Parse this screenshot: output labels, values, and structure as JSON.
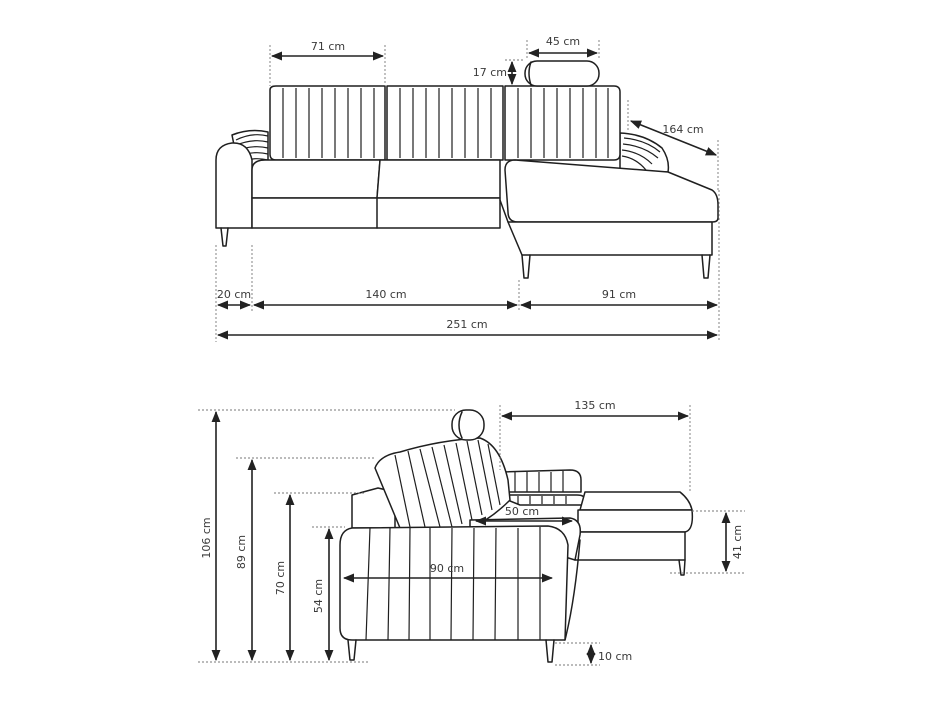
{
  "diagram": {
    "subject": "L-shaped corner sofa with chaise (right side), technical dimension drawing",
    "front_view": {
      "labels": {
        "back_cushion_width": "71 cm",
        "headrest_width": "45 cm",
        "headrest_height": "17 cm",
        "chaise_length": "164 cm",
        "armrest_width": "20 cm",
        "seat_width": "140 cm",
        "chaise_width": "91 cm",
        "total_width": "251 cm"
      }
    },
    "side_view": {
      "labels": {
        "height_with_headrest": "106 cm",
        "backrest_height": "89 cm",
        "back_base_height": "70 cm",
        "armrest_height": "54 cm",
        "chaise_depth_extra": "135 cm",
        "seat_depth": "50 cm",
        "total_depth": "90 cm",
        "seat_height": "41 cm",
        "leg_height": "10 cm"
      }
    },
    "colors": {
      "line": "#1f1f1f",
      "text": "#3a3a3a",
      "guide": "#777777",
      "background": "#ffffff"
    }
  }
}
